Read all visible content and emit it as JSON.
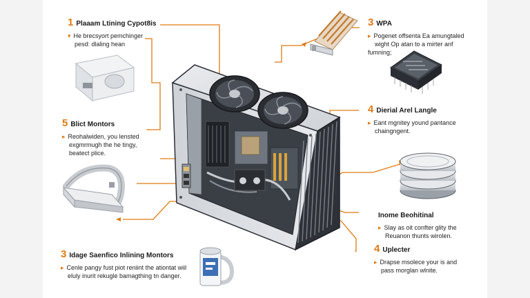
{
  "accent_color": "#e07a12",
  "callouts": [
    {
      "number": "1",
      "title": "Plaaam Ltining Cypot8is",
      "desc1": "He brecsyort pemchinger",
      "desc2": "pesd: dlaling hean"
    },
    {
      "number": "3",
      "title": "WPA",
      "desc1": "Pogenet offsenta Ea amungtaled",
      "desc2": "wight Op atan to a mirter anf fumning;"
    },
    {
      "number": "4",
      "title": "Dierial Arel Langle",
      "desc1": "Eant mgnitey yound pantance",
      "desc2": "chaingngent."
    },
    {
      "number": "5",
      "title": "Blict Montors",
      "desc1": "Reohalwiden, you lensted",
      "desc2": "exgmrmugh the he tingy,",
      "desc3": "beatect plice."
    },
    {
      "number": "",
      "title": "Inome Beohitinal",
      "desc1": "Slay as oit confter glity the",
      "desc2": "Reuanon thunts wirolen."
    },
    {
      "number": "4",
      "title": "Uplecter",
      "desc1": "Drapse msolece your is and",
      "desc2": "pass morglan wlnite."
    },
    {
      "number": "3",
      "title": "Idage Saenfico Inlining Montors",
      "desc1": "Cenle pangy fust piot reniint the ationtat wiil",
      "desc2": "eluly inurit rekugle bamagthing tn danger."
    }
  ]
}
